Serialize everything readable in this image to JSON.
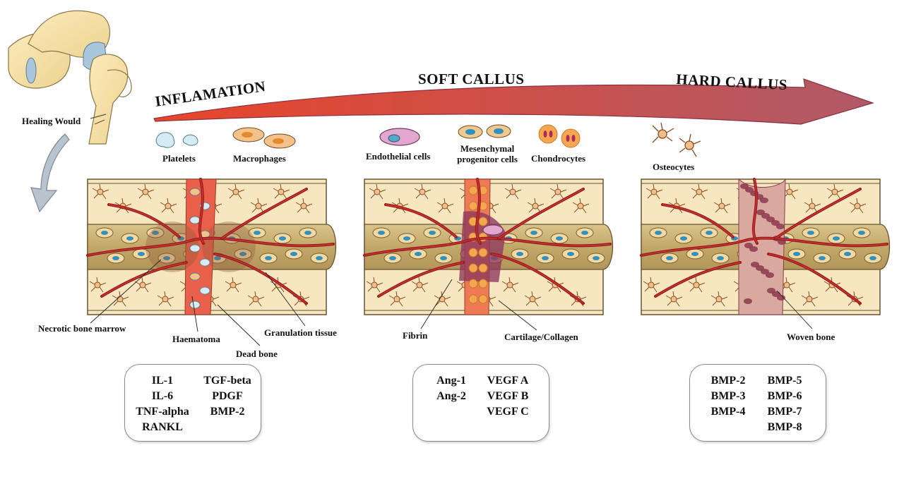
{
  "stages": {
    "inflamation": "INFLAMATION",
    "soft_callus": "SOFT CALLUS",
    "hard_callus": "HARD CALLUS"
  },
  "hip": {
    "caption": "Healing Would"
  },
  "inflamation_panel": {
    "cells": {
      "platelets": "Platelets",
      "macrophages": "Macrophages"
    },
    "labels": {
      "necrotic": "Necrotic bone marrow",
      "haematoma": "Haematoma",
      "dead_bone": "Dead bone",
      "granulation": "Granulation  tissue"
    }
  },
  "soft_panel": {
    "cells": {
      "endothelial": "Endothelial  cells",
      "mesenchymal_1": "Mesenchymal",
      "mesenchymal_2": "progenitor  cells",
      "chondrocytes": "Chondrocytes"
    },
    "labels": {
      "fibrin": "Fibrin",
      "cartilage": "Cartilage/Collagen"
    }
  },
  "hard_panel": {
    "cells": {
      "osteocytes": "Osteocytes"
    },
    "labels": {
      "woven": "Woven bone"
    }
  },
  "factor_boxes": {
    "inflamation": {
      "col1": [
        "IL-1",
        "IL-6",
        "TNF-alpha",
        "RANKL"
      ],
      "col2": [
        "TGF-beta",
        "PDGF",
        "BMP-2"
      ]
    },
    "soft": {
      "col1": [
        "Ang-1",
        "Ang-2"
      ],
      "col2": [
        "VEGF A",
        "VEGF B",
        "VEGF C"
      ]
    },
    "hard": {
      "col1": [
        "BMP-2",
        "BMP-3",
        "BMP-4"
      ],
      "col2": [
        "BMP-5",
        "BMP-6",
        "BMP-7",
        "BMP-8"
      ]
    }
  },
  "colors": {
    "arrow_start": "#e8452a",
    "arrow_end": "#b05a68",
    "bone_outer": "#f6e7c1",
    "bone_canal": "#c8b07a",
    "vessel": "#9b1b1b",
    "haematoma": "#e9604a",
    "woven_bone": "#8c3a4e"
  }
}
